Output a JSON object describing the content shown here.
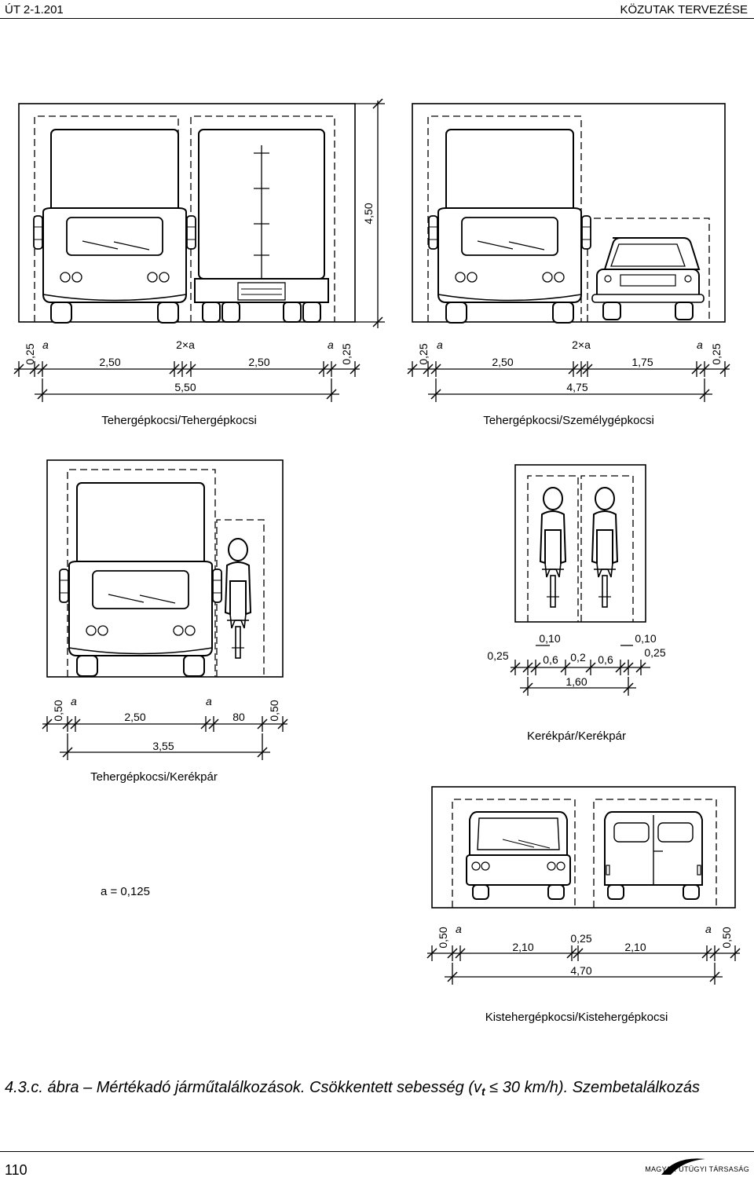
{
  "header": {
    "left": "ÚT 2-1.201",
    "right": "KÖZUTAK TERVEZÉSE"
  },
  "panels": {
    "truck_truck": {
      "title": "Tehergépkocsi/Tehergépkocsi",
      "height_label": "4,50",
      "dims": [
        "0,25",
        "a",
        "2,50",
        "2×a",
        "2,50",
        "a",
        "0,25"
      ],
      "total": "5,50"
    },
    "truck_car": {
      "title": "Tehergépkocsi/Személygépkocsi",
      "dims": [
        "0,25",
        "a",
        "2,50",
        "2×a",
        "1,75",
        "a",
        "0,25"
      ],
      "total": "4,75"
    },
    "truck_bike": {
      "title": "Tehergépkocsi/Kerékpár",
      "dims": [
        "0,50",
        "a",
        "2,50",
        "a",
        "80",
        "0,50"
      ],
      "total": "3,55"
    },
    "bike_bike": {
      "title": "Kerékpár/Kerékpár",
      "dims": [
        "0,25",
        "0,10",
        "0,6",
        "0,2",
        "0,6",
        "0,10",
        "0,25"
      ],
      "total": "1,60"
    },
    "van_van": {
      "title": "Kistehergépkocsi/Kistehergépkocsi",
      "dims": [
        "0,50",
        "a",
        "2,10",
        "0,25",
        "2,10",
        "a",
        "0,50"
      ],
      "total": "4,70"
    }
  },
  "note": "a = 0,125",
  "caption": {
    "number": "4.3.c. ábra",
    "dash": "–",
    "text": "Mértékadó járműtalálkozások. Csökkentett sebesség (v",
    "sub": "t",
    "tail": "30 km/h). Szembetalálkozás",
    "le_symbol": "≤"
  },
  "footer": {
    "page": "110",
    "publisher": "MAGYAR ÚTÜGYI TÁRSASÁG"
  }
}
